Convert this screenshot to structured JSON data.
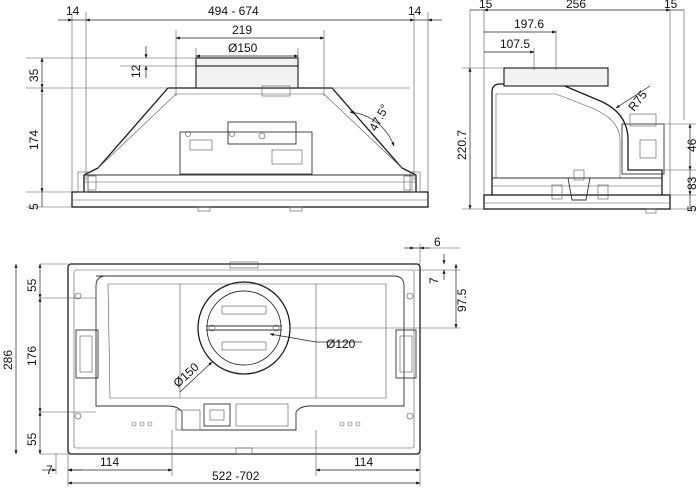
{
  "front_view": {
    "width_range": "494 - 674",
    "side_offset_left": "14",
    "side_offset_right": "14",
    "duct_offset": "219",
    "duct_diameter": "Ø150",
    "collar_gap": "12",
    "collar_height": "35",
    "body_height": "174",
    "base_height": "5",
    "angle": "47.5°"
  },
  "side_view": {
    "offset_left": "15",
    "depth": "256",
    "offset_right": "15",
    "duct_depth_1": "197.6",
    "duct_depth_2": "107.5",
    "radius": "R75",
    "total_height": "220.7",
    "height_46": "46",
    "height_83": "83",
    "base_height": "5"
  },
  "top_view": {
    "edge_top": "6",
    "edge_side": "7",
    "center_depth": "97.5",
    "total_depth": "286",
    "depth_top": "55",
    "depth_mid": "176",
    "depth_bottom": "55",
    "corner_offset": "7",
    "inner_diameter": "Ø120",
    "outer_diameter": "Ø150",
    "side_offset_left": "114",
    "side_offset_right": "114",
    "width_range": "522 -702"
  }
}
